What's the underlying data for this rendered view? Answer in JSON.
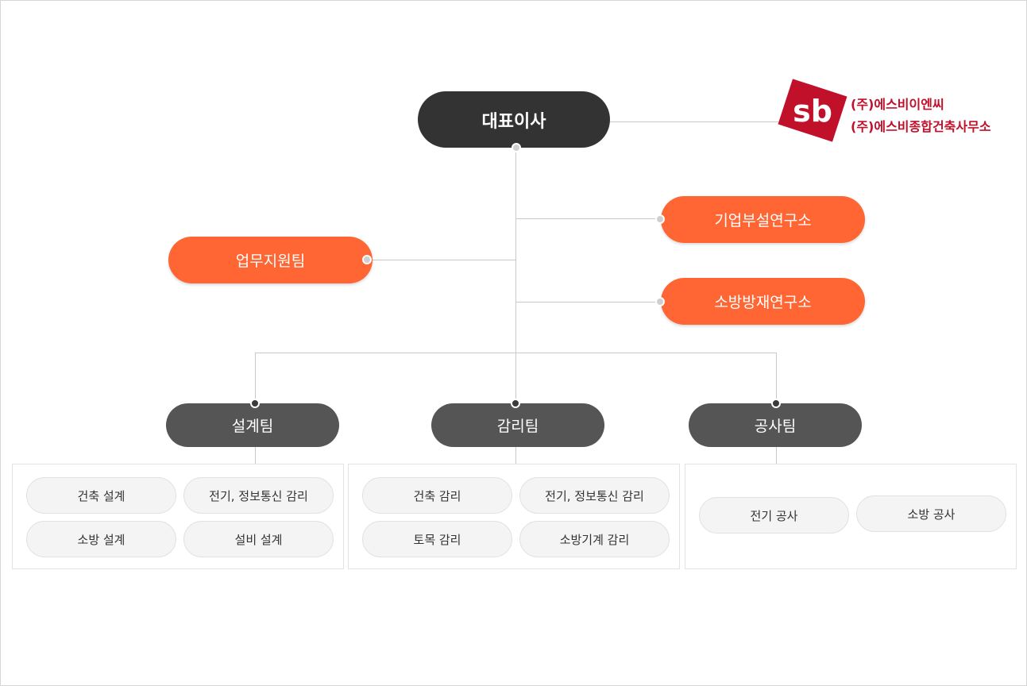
{
  "ceo": {
    "label": "대표이사"
  },
  "company": {
    "logo_letters": "sb",
    "lines": [
      "(주)에스비이엔씨",
      "(주)에스비종합건축사무소"
    ],
    "brand_color": "#c0102a"
  },
  "support": {
    "label": "업무지원팀"
  },
  "labs": [
    {
      "label": "기업부설연구소"
    },
    {
      "label": "소방방재연구소"
    }
  ],
  "teams": [
    {
      "label": "설계팀",
      "items": [
        "건축 설계",
        "전기, 정보통신 감리",
        "소방 설계",
        "설비 설계"
      ]
    },
    {
      "label": "감리팀",
      "items": [
        "건축 감리",
        "전기, 정보통신 감리",
        "토목 감리",
        "소방기계 감리"
      ]
    },
    {
      "label": "공사팀",
      "items": [
        "전기 공사",
        "소방 공사"
      ]
    }
  ],
  "colors": {
    "dark": "#333333",
    "team": "#555555",
    "accent": "#ff6633"
  }
}
